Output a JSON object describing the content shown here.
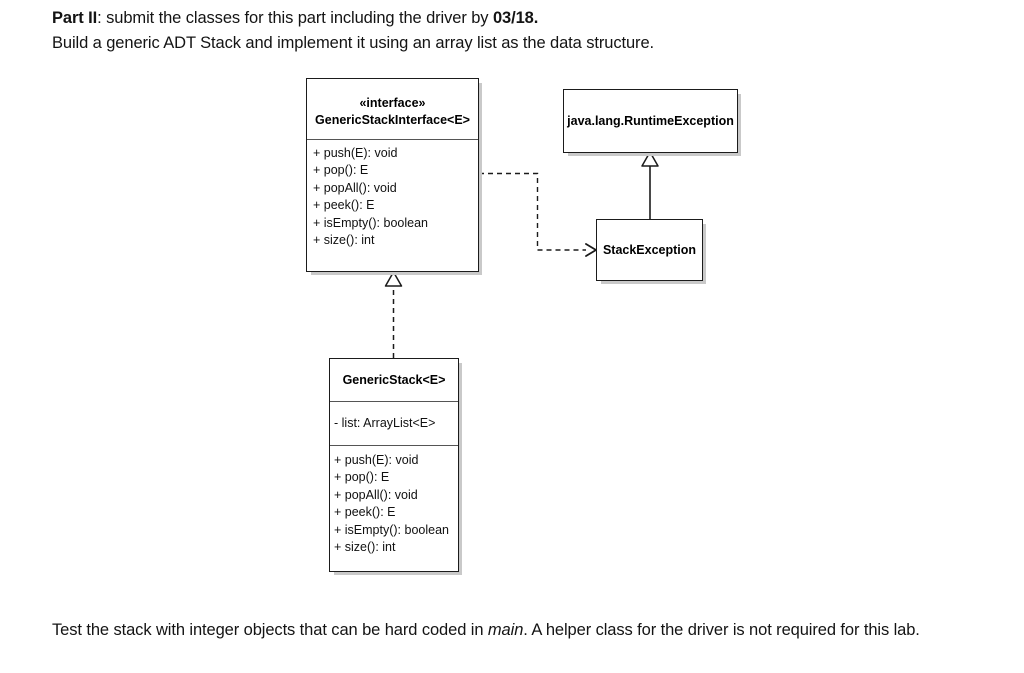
{
  "document": {
    "intro": {
      "line1_bold_lead": "Part II",
      "line1_rest": ": submit the classes for this part including the driver by ",
      "line1_bold_date": "03/18.",
      "line2": "Build a generic ADT Stack and implement it using an array list as the data structure."
    },
    "outro": {
      "part1": "Test the stack with integer objects that can be hard coded in ",
      "italic": "main",
      "part2": ". A helper class for the driver is not required for this lab."
    }
  },
  "diagram": {
    "type": "uml-class-diagram",
    "classes": {
      "generic_stack_interface": {
        "stereotype": "«interface»",
        "name": "GenericStackInterface<E>",
        "attributes": [],
        "operations": [
          "+ push(E): void",
          "+ pop(): E",
          "+ popAll(): void",
          "+ peek(): E",
          "+ isEmpty(): boolean",
          "+ size(): int"
        ]
      },
      "runtime_exception": {
        "name": "java.lang.RuntimeException",
        "attributes": [],
        "operations": []
      },
      "stack_exception": {
        "name": "StackException",
        "attributes": [],
        "operations": []
      },
      "generic_stack": {
        "name": "GenericStack<E>",
        "attributes": [
          "- list: ArrayList<E>"
        ],
        "operations": [
          "+ push(E): void",
          "+ pop(): E",
          "+ popAll(): void",
          "+ peek(): E",
          "+ isEmpty(): boolean",
          "+ size(): int"
        ]
      }
    },
    "relations": [
      {
        "name": "realization-genericstack-implements-interface",
        "from": "generic_stack",
        "to": "generic_stack_interface",
        "style": "dashed",
        "arrowhead": "hollow-triangle"
      },
      {
        "name": "generalization-stackexception-extends-runtimeexception",
        "from": "stack_exception",
        "to": "runtime_exception",
        "style": "solid",
        "arrowhead": "hollow-triangle"
      },
      {
        "name": "dependency-interface-uses-stackexception",
        "from": "generic_stack_interface",
        "to": "stack_exception",
        "style": "dashed",
        "arrowhead": "open-arrow"
      }
    ],
    "colors": {
      "box_border": "#1b1b1b",
      "compartment_divider": "#555555",
      "shadow": "#c9c9c9",
      "connector": "#1b1b1b",
      "background": "#ffffff"
    }
  }
}
